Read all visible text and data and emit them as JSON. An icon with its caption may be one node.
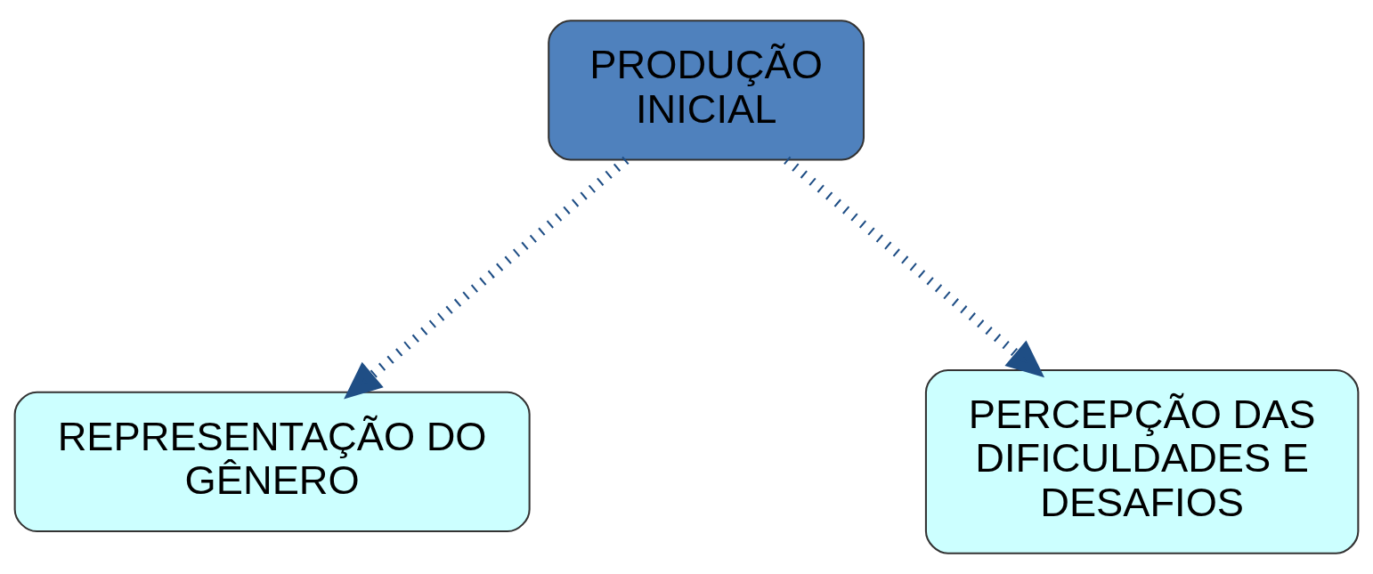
{
  "diagram": {
    "nodes": [
      {
        "text": [
          "PRODUÇÃO INICIAL"
        ]
      },
      {
        "text": [
          "REPRESENTAÇÃO DO GÊNERO"
        ]
      },
      {
        "text": [
          "PERCEPÇÃO DAS DIFICULDADES E DESAFIOS"
        ]
      }
    ],
    "edges": [
      {
        "from": 0,
        "to": 1,
        "arrow": "to",
        "style": "dashed"
      },
      {
        "from": 0,
        "to": 2,
        "arrow": "to",
        "style": "dashed"
      }
    ]
  }
}
